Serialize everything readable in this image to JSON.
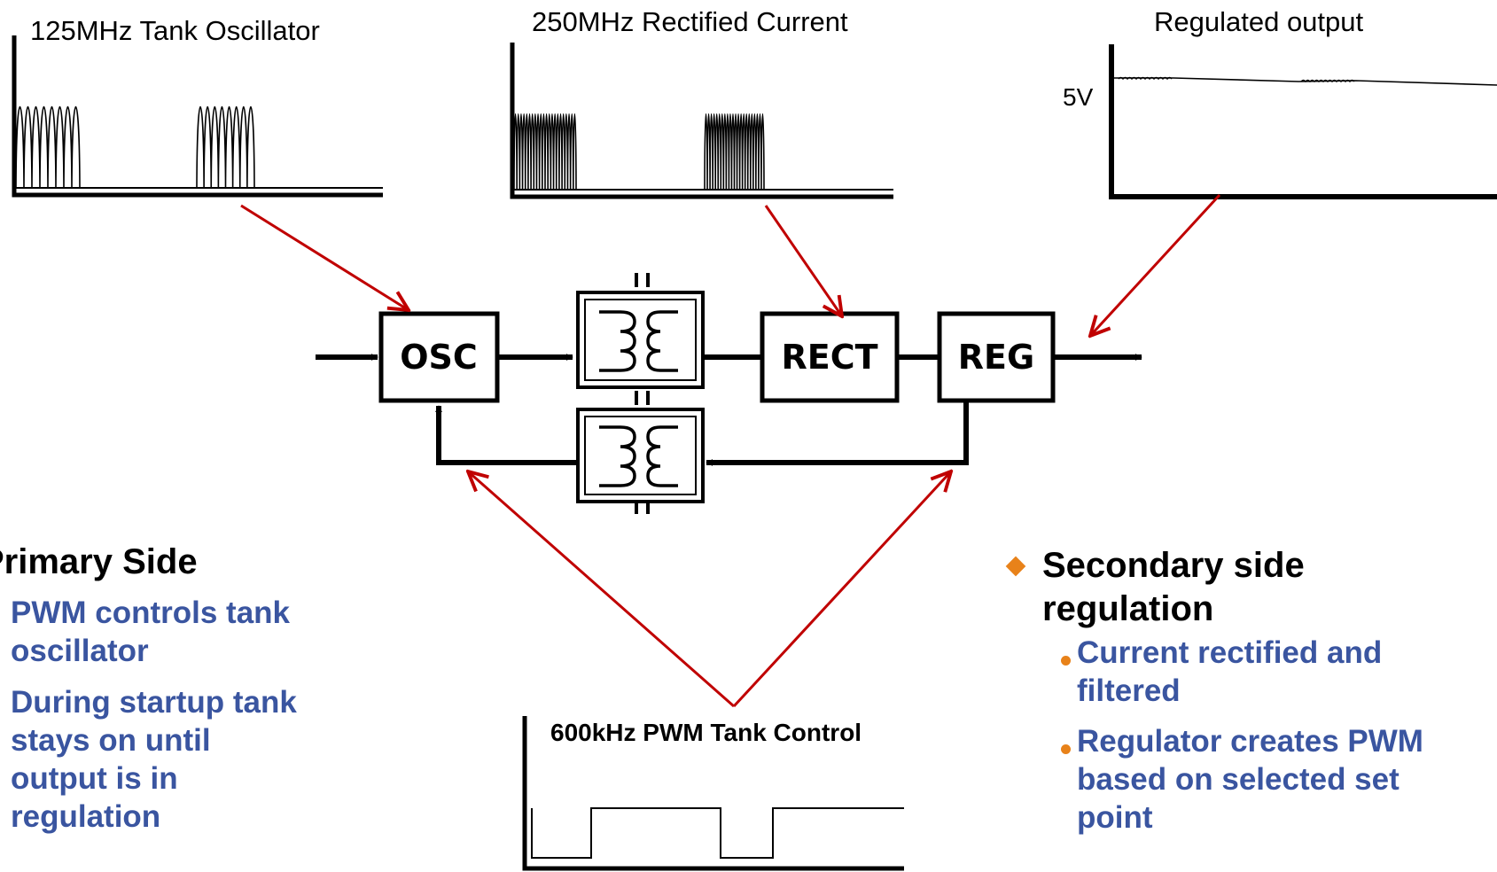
{
  "waveforms": {
    "oscillator_title": "125MHz Tank Oscillator",
    "rectified_title": "250MHz Rectified Current",
    "regulated_title": "Regulated output",
    "regulated_level": "5V",
    "pwm_title": "600kHz PWM Tank Control"
  },
  "blocks": {
    "osc": "OSC",
    "rect": "RECT",
    "reg": "REG"
  },
  "primary": {
    "heading": "Primary Side",
    "bullet1_line1": "PWM controls tank",
    "bullet1_line2": "oscillator",
    "bullet2_line1": "During startup tank",
    "bullet2_line2": "stays on until",
    "bullet2_line3": "output is in",
    "bullet2_line4": "regulation"
  },
  "secondary": {
    "heading_line1": "Secondary side",
    "heading_line2": "regulation",
    "bullet1_line1": "Current rectified and",
    "bullet1_line2": "filtered",
    "bullet2_line1": "Regulator creates PWM",
    "bullet2_line2": "based on selected set",
    "bullet2_line3": "point"
  },
  "colors": {
    "annotation_arrow": "#c00000",
    "bullet_text": "#3a55a0",
    "bullet_marker": "#e8821a"
  }
}
